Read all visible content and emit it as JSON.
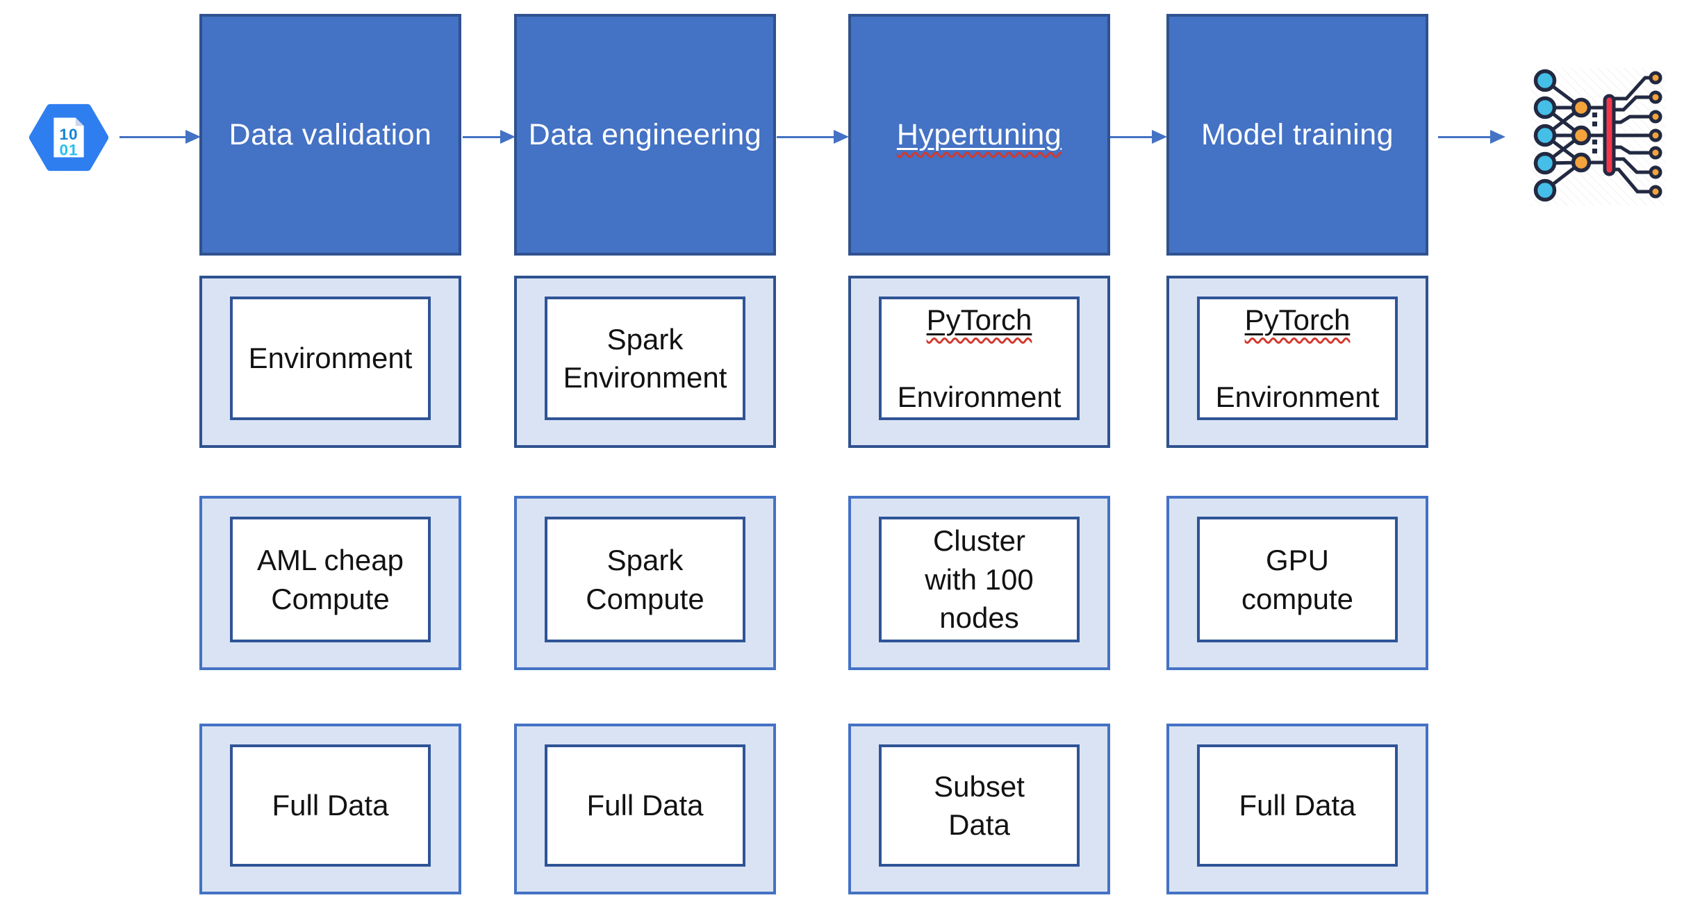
{
  "diagram": {
    "description_visible_text_only": true,
    "stages": [
      {
        "title": "Data validation",
        "environment": "Environment",
        "compute": [
          "AML cheap",
          "Compute"
        ],
        "data": "Full Data"
      },
      {
        "title": "Data engineering",
        "environment": [
          "Spark",
          "Environment"
        ],
        "compute": [
          "Spark",
          "Compute"
        ],
        "data": "Full Data"
      },
      {
        "title": "Hypertuning",
        "environment_word": "PyTorch",
        "environment_rest": "Environment",
        "compute": [
          "Cluster",
          "with 100",
          "nodes"
        ],
        "data": [
          "Subset",
          "Data"
        ]
      },
      {
        "title": "Model training",
        "environment_word": "PyTorch",
        "environment_rest": "Environment",
        "compute": [
          "GPU",
          "compute"
        ],
        "data": "Full Data"
      }
    ],
    "source_icon": {
      "digits_top": "10",
      "digits_bottom": "01"
    },
    "palette": {
      "stage_fill": "#4472C4",
      "stage_border": "#2F528F",
      "card_fill": "#DAE3F3",
      "card_border_dark": "#2F528F",
      "card_border_light": "#4472C4",
      "inner_border": "#2F5496",
      "arrow": "#4472C4",
      "squiggle_red": "#D5382E",
      "hexagon_blue": "#2E7EF0",
      "icon_cyan": "#45BEE8",
      "icon_orange": "#F5A33C",
      "icon_red": "#F2374D",
      "icon_dark": "#222941"
    }
  }
}
